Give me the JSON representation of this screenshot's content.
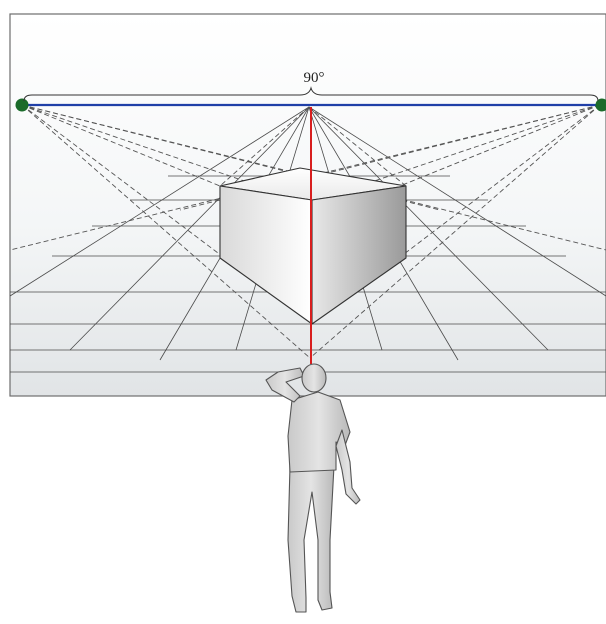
{
  "diagram": {
    "angle_label": "90°",
    "colors": {
      "horizon_line": "#1f3fa8",
      "sight_line": "#d81e1e",
      "vanishing_point": "#1b6b2a",
      "grid_line": "#4a4a4a",
      "construction_line": "#555555"
    },
    "icons": {
      "left_vanishing_point": "green-dot",
      "right_vanishing_point": "green-dot",
      "viewer": "standing-person-figure"
    }
  }
}
